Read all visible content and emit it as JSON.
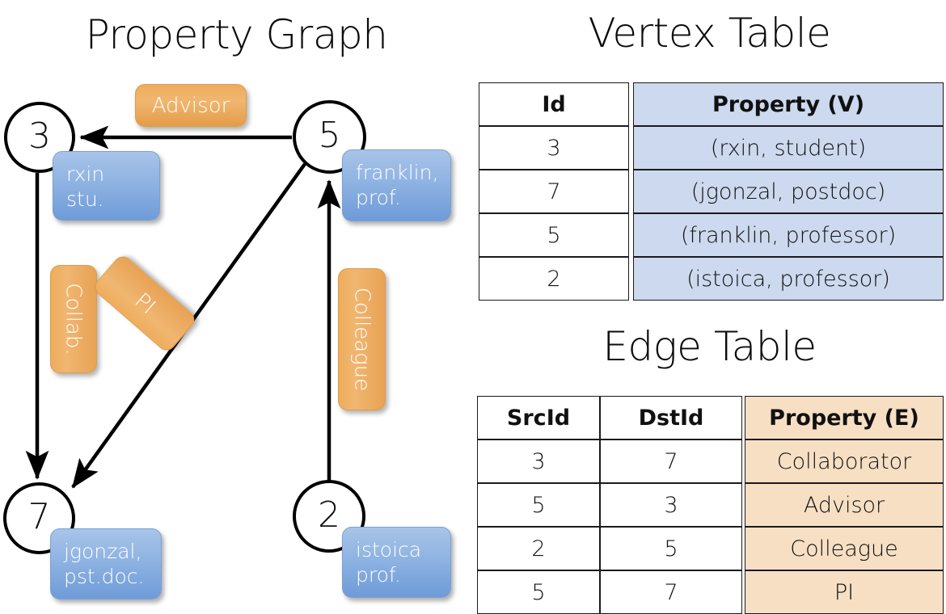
{
  "panels": {
    "graph_title": "Property Graph",
    "vertex_table_title": "Vertex Table",
    "edge_table_title": "Edge Table"
  },
  "graph": {
    "nodes": [
      {
        "id": "3",
        "label": "3",
        "property": "rxin\nstu."
      },
      {
        "id": "5",
        "label": "5",
        "property": "franklin,\nprof."
      },
      {
        "id": "7",
        "label": "7",
        "property": "jgonzal,\npst.doc."
      },
      {
        "id": "2",
        "label": "2",
        "property": "istoica\nprof."
      }
    ],
    "edge_labels": {
      "advisor": "Advisor",
      "collab": "Collab.",
      "pi": "PI",
      "colleague": "Colleague"
    },
    "edges": [
      {
        "src": "5",
        "dst": "3",
        "label": "Advisor"
      },
      {
        "src": "3",
        "dst": "7",
        "label": "Collab."
      },
      {
        "src": "5",
        "dst": "7",
        "label": "PI"
      },
      {
        "src": "2",
        "dst": "5",
        "label": "Colleague"
      }
    ]
  },
  "vertex_table": {
    "headers": [
      "Id",
      "Property (V)"
    ],
    "rows": [
      {
        "id": "3",
        "property": "(rxin, student)"
      },
      {
        "id": "7",
        "property": "(jgonzal, postdoc)"
      },
      {
        "id": "5",
        "property": "(franklin, professor)"
      },
      {
        "id": "2",
        "property": "(istoica, professor)"
      }
    ]
  },
  "edge_table": {
    "headers": [
      "SrcId",
      "DstId",
      "Property (E)"
    ],
    "rows": [
      {
        "src": "3",
        "dst": "7",
        "property": "Collaborator"
      },
      {
        "src": "5",
        "dst": "3",
        "property": "Advisor"
      },
      {
        "src": "2",
        "dst": "5",
        "property": "Colleague"
      },
      {
        "src": "5",
        "dst": "7",
        "property": "PI"
      }
    ]
  },
  "colors": {
    "vertex_property_fill": "#ccd9ee",
    "edge_property_fill": "#f7dfc4",
    "node_box_blue": "#8fb3e2",
    "edge_label_orange": "#eead5b",
    "stroke": "#000000",
    "background": "#ffffff"
  }
}
